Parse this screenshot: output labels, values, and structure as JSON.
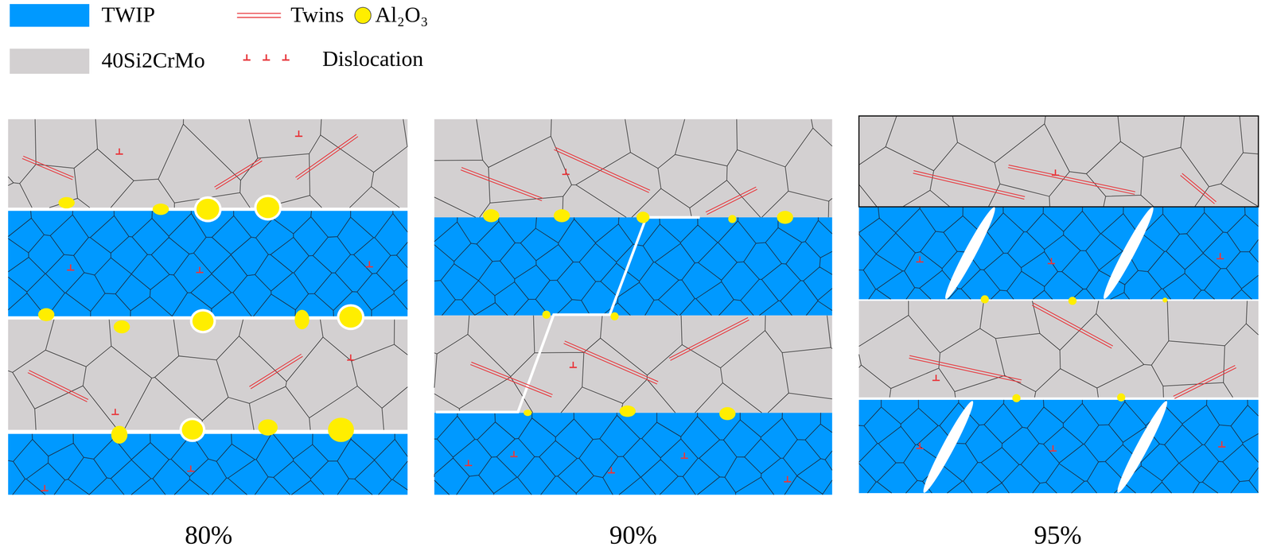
{
  "diagram": {
    "labels": [
      "80%",
      "90%",
      "95%"
    ],
    "legend": [
      {
        "text": "TWIP",
        "color": "#0099ff"
      },
      {
        "text": "40Si2CrMo",
        "color": "#d3d0d1"
      },
      {
        "text": "Twins"
      },
      {
        "text": "Al₂O₃"
      },
      {
        "text": "Dislocation"
      }
    ]
  }
}
